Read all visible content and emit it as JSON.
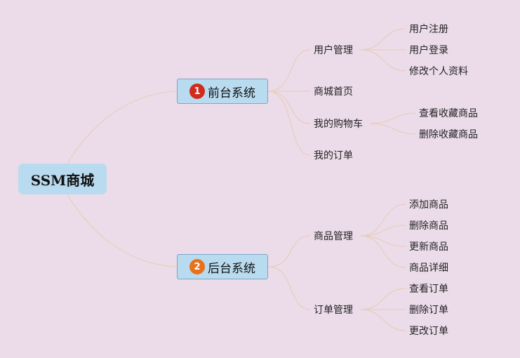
{
  "root": {
    "label": "SSM商城"
  },
  "branches": [
    {
      "badge": "1",
      "badge_color": "#cf2b1e",
      "label": "前台系统",
      "children": [
        {
          "label": "用户管理",
          "children": [
            "用户注册",
            "用户登录",
            "修改个人资料"
          ]
        },
        {
          "label": "商城首页",
          "children": []
        },
        {
          "label": "我的购物车",
          "children": [
            "查看收藏商品",
            "删除收藏商品"
          ]
        },
        {
          "label": "我的订单",
          "children": []
        }
      ]
    },
    {
      "badge": "2",
      "badge_color": "#e8711c",
      "label": "后台系统",
      "children": [
        {
          "label": "商品管理",
          "children": [
            "添加商品",
            "删除商品",
            "更新商品",
            "商品详细"
          ]
        },
        {
          "label": "订单管理",
          "children": [
            "查看订单",
            "删除订单",
            "更改订单"
          ]
        }
      ]
    }
  ],
  "colors": {
    "background": "#ecdcea",
    "node_fill": "#b9dbef",
    "connector": "#e6cfbb"
  }
}
